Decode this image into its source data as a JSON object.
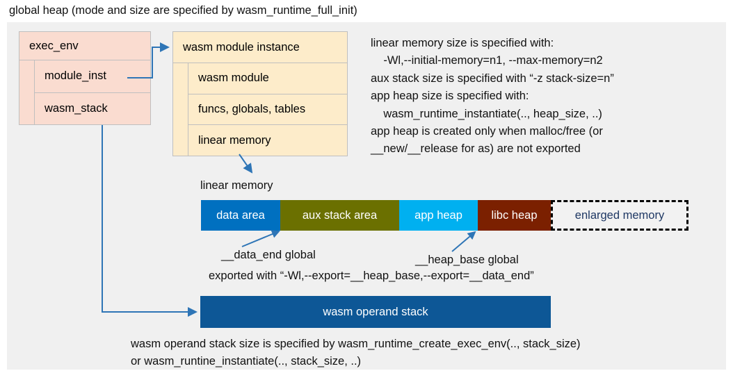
{
  "title": "global heap (mode and size are specified by wasm_runtime_full_init)",
  "colors": {
    "panel_bg": "#f0f0f0",
    "exec_env_fill": "#fadcd0",
    "module_instance_fill": "#fdecca",
    "data_area": "#0070c0",
    "aux_stack_area": "#6b7000",
    "app_heap": "#00b0f0",
    "libc_heap": "#7b2000",
    "enlarged_memory_text": "#1f3864",
    "operand_stack": "#0d5796",
    "connector": "#2e75b6"
  },
  "exec_env": {
    "header": "exec_env",
    "rows": [
      {
        "label": "module_inst"
      },
      {
        "label": "wasm_stack"
      }
    ]
  },
  "module_instance": {
    "header": "wasm module instance",
    "rows": [
      {
        "label": "wasm module"
      },
      {
        "label": "funcs, globals, tables"
      },
      {
        "label": "linear memory"
      }
    ]
  },
  "notes": {
    "memory_note": "linear memory size is specified with:\n    -Wl,--initial-memory=n1, --max-memory=n2\naux stack size is specified with “-z stack-size=n”\napp heap size is specified with:\n    wasm_runtime_instantiate(.., heap_size, ..)\napp heap is created only when malloc/free (or\n__new/__release for as) are not exported"
  },
  "linear_memory": {
    "caption": "linear memory",
    "segments": [
      {
        "label": "data area",
        "color": "#0070c0"
      },
      {
        "label": "aux stack area",
        "color": "#6b7000"
      },
      {
        "label": "app heap",
        "color": "#00b0f0"
      },
      {
        "label": "libc heap",
        "color": "#7b2000"
      },
      {
        "label": "enlarged memory",
        "color": "#f2f2f2"
      }
    ],
    "annotations": {
      "data_end": "__data_end global",
      "heap_base": "__heap_base global",
      "exported": "exported with “-Wl,--export=__heap_base,--export=__data_end”"
    }
  },
  "operand_stack": {
    "label": "wasm operand stack",
    "note": "wasm operand stack size is specified by wasm_runtime_create_exec_env(.., stack_size)\nor wasm_runtine_instantiate(.., stack_size, ..)"
  }
}
